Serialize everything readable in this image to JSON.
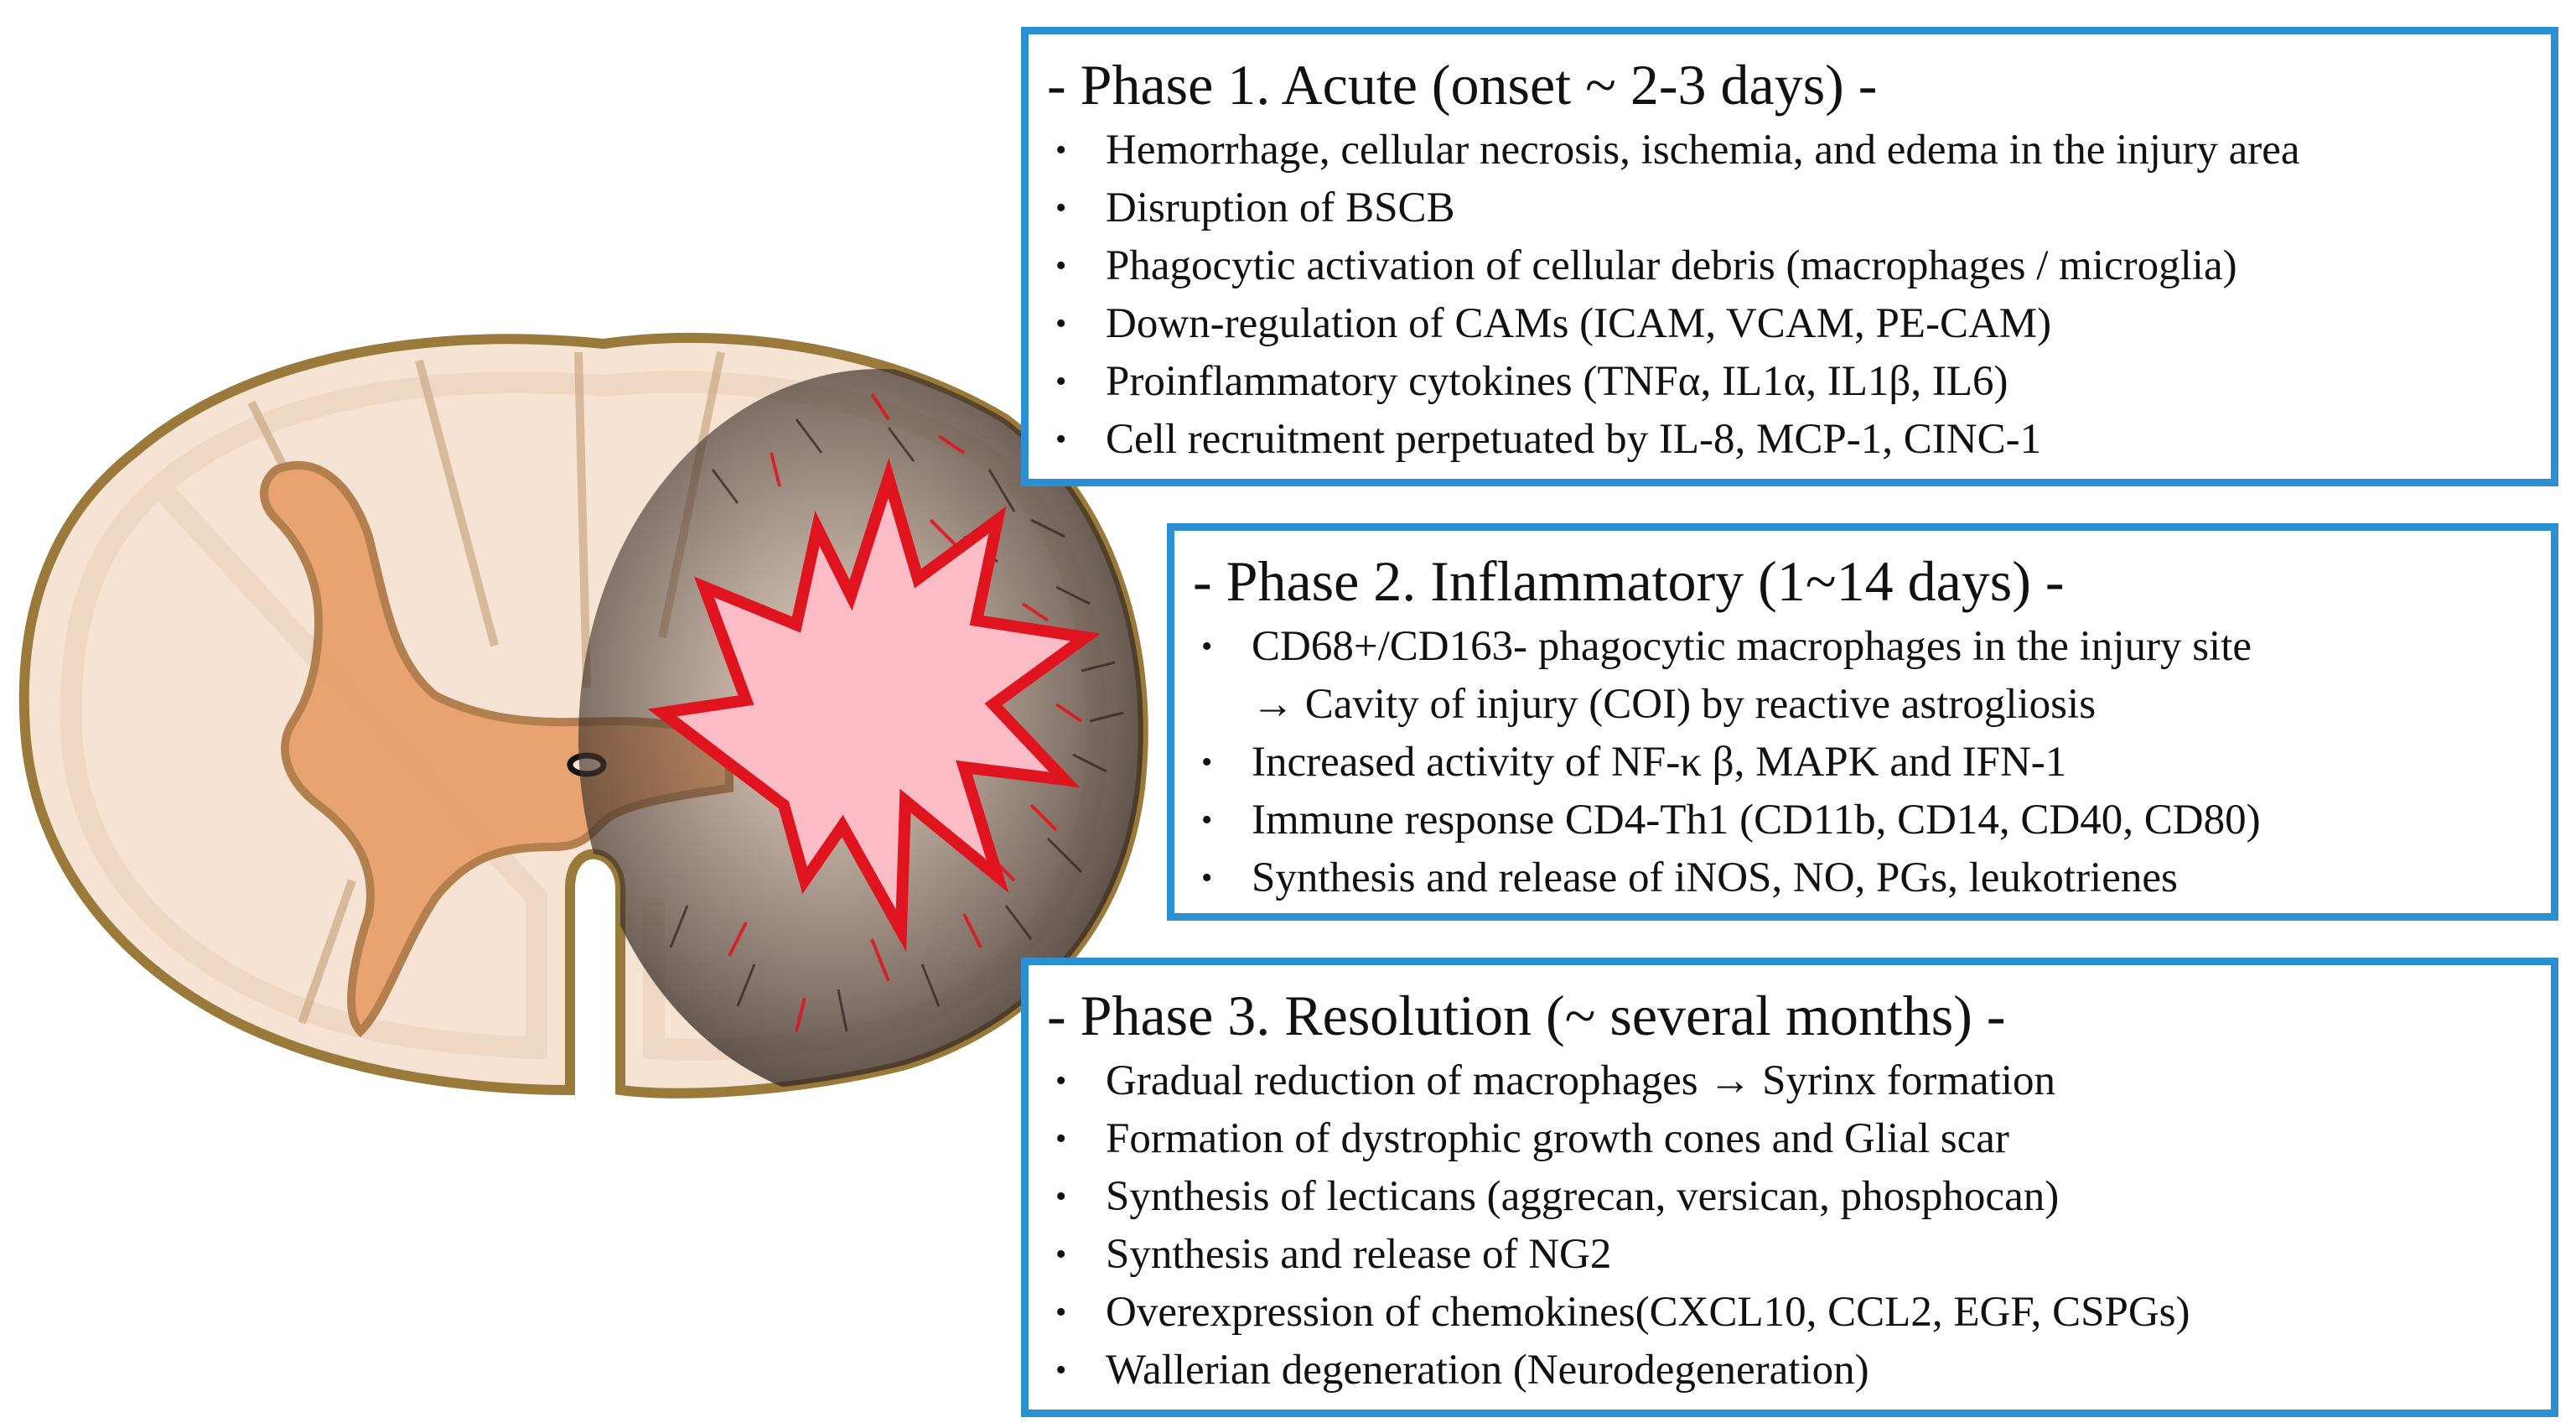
{
  "phases": [
    {
      "title": "- Phase 1. Acute (onset ~ 2-3 days) -",
      "items": [
        "Hemorrhage, cellular necrosis, ischemia, and edema in the injury area",
        "Disruption of BSCB",
        "Phagocytic activation of cellular debris (macrophages / microglia)",
        "Down-regulation of CAMs (ICAM, VCAM, PE-CAM)",
        "Proinflammatory cytokines (TNFα, IL1α, IL1β, IL6)",
        "Cell recruitment perpetuated by IL-8, MCP-1, CINC-1"
      ]
    },
    {
      "title": "- Phase 2. Inflammatory (1~14 days) -",
      "items": [
        "CD68+/CD163- phagocytic macrophages in the injury site",
        "Increased activity of NF-κ β, MAPK and IFN-1",
        "Immune response CD4-Th1 (CD11b, CD14, CD40, CD80)",
        "Synthesis and release of iNOS, NO, PGs, leukotrienes"
      ],
      "item1_continuation": "→ Cavity of injury (COI) by reactive astrogliosis"
    },
    {
      "title": "- Phase 3. Resolution (~ several months) -",
      "items": [
        "Gradual reduction of macrophages → Syrinx formation",
        "Formation of dystrophic growth cones and Glial scar",
        "Synthesis of lecticans (aggrecan, versican, phosphocan)",
        "Synthesis and release of NG2",
        "Overexpression of chemokines(CXCL10, CCL2, EGF, CSPGs)",
        "Wallerian degeneration (Neurodegeneration)"
      ]
    }
  ],
  "colors": {
    "box_border": "#2a8fd3",
    "white_matter": "#f6e3d3",
    "gray_matter": "#e8a06c",
    "outline": "#9a7a3a",
    "lesion_fill": "#fbbcc6",
    "lesion_stroke": "#e0141e"
  }
}
